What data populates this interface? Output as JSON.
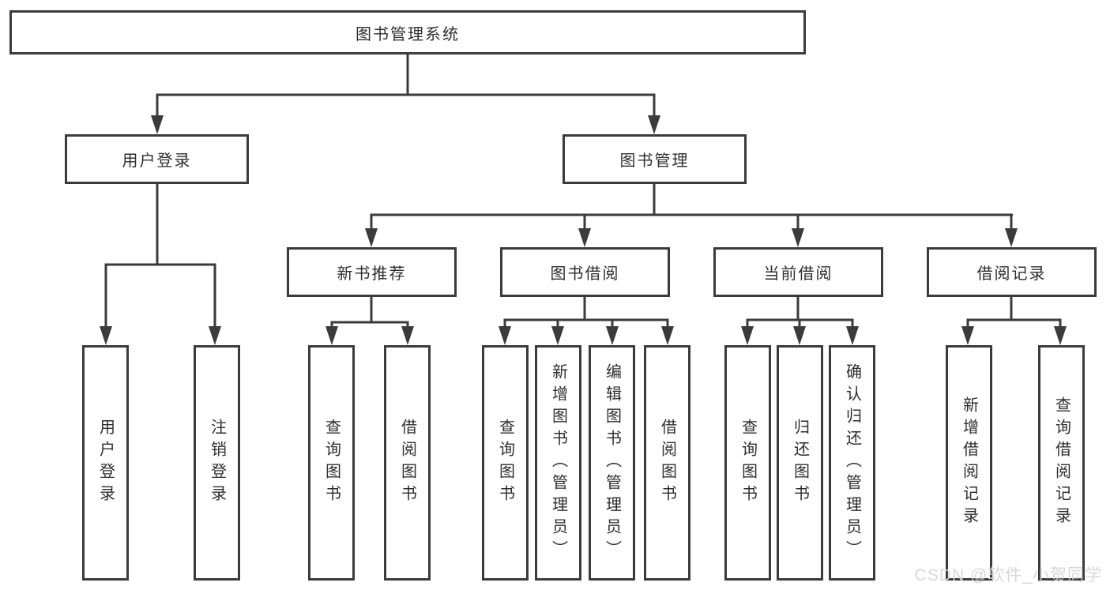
{
  "diagram": {
    "root": {
      "label": "图书管理系统",
      "children": [
        {
          "label": "用户登录",
          "children": [
            {
              "label": "用户登录"
            },
            {
              "label": "注销登录"
            }
          ]
        },
        {
          "label": "图书管理",
          "children": [
            {
              "label": "新书推荐",
              "children": [
                {
                  "label": "查询图书"
                },
                {
                  "label": "借阅图书"
                }
              ]
            },
            {
              "label": "图书借阅",
              "children": [
                {
                  "label": "查询图书"
                },
                {
                  "label": "新增图书（管理员）"
                },
                {
                  "label": "编辑图书（管理员）"
                },
                {
                  "label": "借阅图书"
                }
              ]
            },
            {
              "label": "当前借阅",
              "children": [
                {
                  "label": "查询图书"
                },
                {
                  "label": "归还图书"
                },
                {
                  "label": "确认归还（管理员）"
                }
              ]
            },
            {
              "label": "借阅记录",
              "children": [
                {
                  "label": "新增借阅记录"
                },
                {
                  "label": "查询借阅记录"
                }
              ]
            }
          ]
        }
      ]
    }
  },
  "watermark": "CSDN @软件_小贺同学",
  "colors": {
    "line": "#3b3b3b",
    "text": "#2e2e2e",
    "box_background": "#ffffff",
    "page_background": "#ffffff",
    "watermark": "#d5d5d5"
  }
}
